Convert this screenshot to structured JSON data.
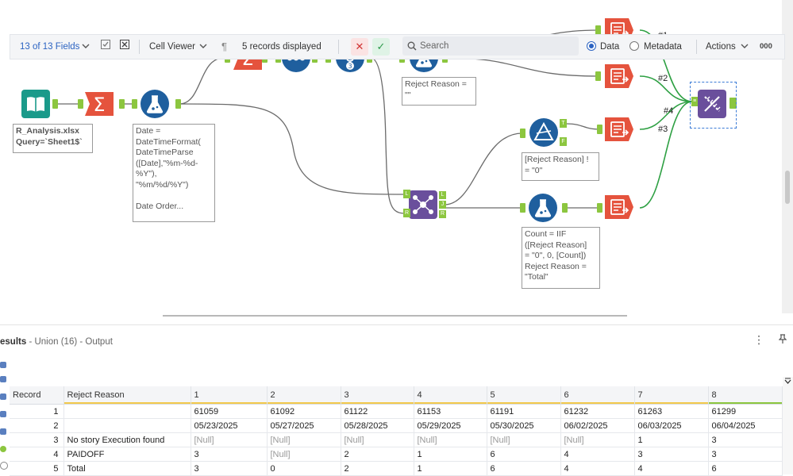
{
  "canvas": {
    "tools": {
      "input": {
        "annotation": "R_Analysis.xlsx\nQuery=`Sheet1$`"
      },
      "formula1": {
        "annotation": "Date =\nDateTimeFormat(\nDateTimeParse\n([Date],\"%m-%d-\n%Y\"),\n\"%m/%d/%Y\")\n\nDate Order..."
      },
      "formula2": {
        "annotation": "Reject Reason =\n\"\""
      },
      "filter": {
        "annotation": "[Reject Reason] !\n= \"0\"",
        "anchor_true": "T",
        "anchor_false": "F"
      },
      "formula3": {
        "annotation": "Count = IIF\n([Reject Reason]\n= \"0\", 0, [Count])\nReject Reason =\n\"Total\""
      },
      "join": {
        "anchor_left": "L",
        "anchor_right": "R",
        "out_l": "L",
        "out_j": "J",
        "out_r": "R"
      },
      "union": {
        "anchor_in": "≡"
      }
    },
    "connection_labels": [
      "#1",
      "#2",
      "#4",
      "#3"
    ]
  },
  "results": {
    "title": "esults",
    "subtitle": "- Union (16) - Output",
    "menu_icon": "⋮",
    "pin_icon": "pin-icon",
    "toolbar": {
      "fields": "13 of 13 Fields",
      "cell_viewer": "Cell Viewer",
      "records_displayed": "5 records displayed",
      "search_placeholder": "Search",
      "data_label": "Data",
      "metadata_label": "Metadata",
      "actions_label": "Actions",
      "more_label": "000"
    },
    "columns": [
      "Record",
      "Reject Reason",
      "1",
      "2",
      "3",
      "4",
      "5",
      "6",
      "7",
      "8"
    ],
    "rows": [
      [
        "1",
        "",
        "61059",
        "61092",
        "61122",
        "61153",
        "61191",
        "61232",
        "61263",
        "61299"
      ],
      [
        "2",
        "",
        "05/23/2025",
        "05/27/2025",
        "05/28/2025",
        "05/29/2025",
        "05/30/2025",
        "06/02/2025",
        "06/03/2025",
        "06/04/2025"
      ],
      [
        "3",
        "No story Execution found",
        "[Null]",
        "[Null]",
        "[Null]",
        "[Null]",
        "[Null]",
        "[Null]",
        "1",
        "3"
      ],
      [
        "4",
        "PAIDOFF",
        "3",
        "[Null]",
        "2",
        "1",
        "6",
        "4",
        "3",
        "3"
      ],
      [
        "5",
        "Total",
        "3",
        "0",
        "2",
        "1",
        "6",
        "4",
        "4",
        "6"
      ]
    ]
  },
  "colors": {
    "summarize": "#e5533d",
    "formula": "#1f5f9e",
    "input": "#1a9a8a",
    "join": "#6a4f9c",
    "connector": "#8cc63f",
    "wire": "#6b6b6b",
    "wire_green": "#2ea043",
    "accent": "#2b63c2"
  }
}
